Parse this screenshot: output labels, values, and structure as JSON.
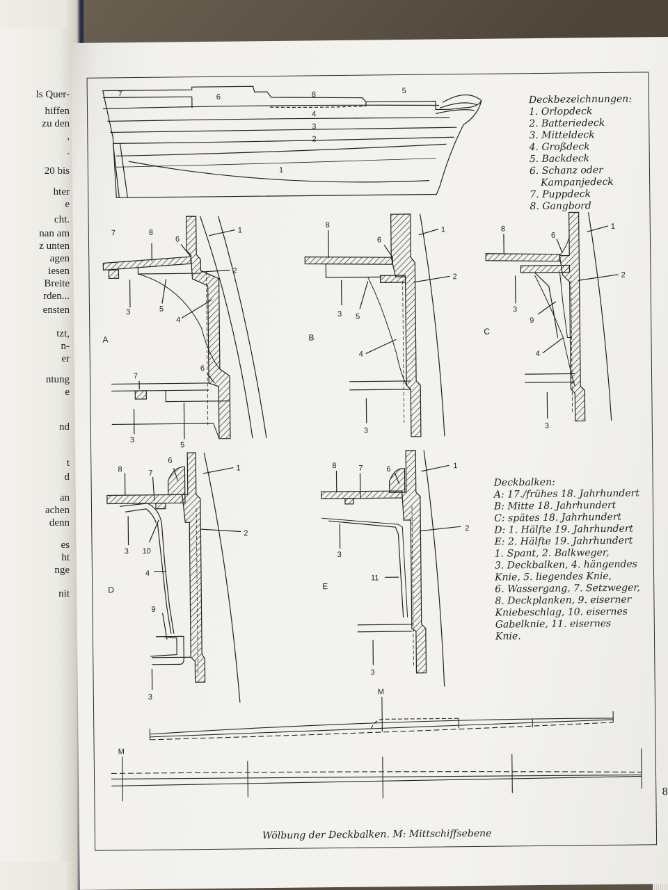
{
  "left_page": {
    "lines": [
      "ls Quer-",
      "hiffen",
      "zu den",
      ",",
      ".",
      "20 bis",
      "hter",
      "e",
      "cht.",
      "nan am",
      "z unten",
      "agen",
      "iesen",
      "Breite",
      "rden...",
      "ensten",
      "tzt,",
      "n-",
      "er",
      "ntung",
      "e",
      "nd",
      "t",
      "d",
      "an",
      "achen",
      "denn",
      "es",
      "ht",
      "nge",
      "nit"
    ]
  },
  "hull": {
    "labels": [
      "7",
      "6",
      "8",
      "5",
      "4",
      "3",
      "2",
      "1"
    ]
  },
  "deck_legend": {
    "title": "Deckbezeichnungen:",
    "items": [
      "1. Orlopdeck",
      "2. Batteriedeck",
      "3. Mitteldeck",
      "4. Großdeck",
      "5. Backdeck",
      "6. Schanz oder",
      "Kampanjedeck",
      "7. Puppdeck",
      "8. Gangbord"
    ]
  },
  "sections": {
    "A": {
      "letter": "A",
      "labels": [
        "7",
        "8",
        "6",
        "1",
        "2",
        "3",
        "5",
        "4",
        "7",
        "6",
        "3",
        "5"
      ]
    },
    "B": {
      "letter": "B",
      "labels": [
        "8",
        "6",
        "1",
        "2",
        "3",
        "5",
        "4",
        "3"
      ]
    },
    "C": {
      "letter": "C",
      "labels": [
        "8",
        "6",
        "1",
        "2",
        "3",
        "9",
        "4",
        "3"
      ]
    },
    "D": {
      "letter": "D",
      "labels": [
        "8",
        "6",
        "7",
        "1",
        "2",
        "3",
        "10",
        "4",
        "9",
        "3"
      ]
    },
    "E": {
      "letter": "E",
      "labels": [
        "8",
        "7",
        "6",
        "1",
        "2",
        "3",
        "11",
        "3"
      ]
    }
  },
  "beam_legend": {
    "title": "Deckbalken:",
    "items": [
      "A: 17./frühes 18. Jahrhundert",
      "B: Mitte 18. Jahrhundert",
      "C: spätes 18. Jahrhundert",
      "D: 1. Hälfte 19. Jahrhundert",
      "E: 2. Hälfte 19. Jahrhundert",
      "1. Spant, 2. Balkweger,",
      "3. Deckbalken, 4. hängendes",
      "Knie, 5. liegendes Knie,",
      "6. Wassergang, 7. Setzweger,",
      "8. Deckplanken, 9. eiserner",
      "Kniebeschlag, 10. eisernes",
      "Gabelknie, 11. eisernes",
      "Knie."
    ]
  },
  "camber": {
    "label_top": "M",
    "label_left": "M"
  },
  "caption": "Wölbung der Deckbalken. M: Mittschiffsebene",
  "page_number": "8"
}
